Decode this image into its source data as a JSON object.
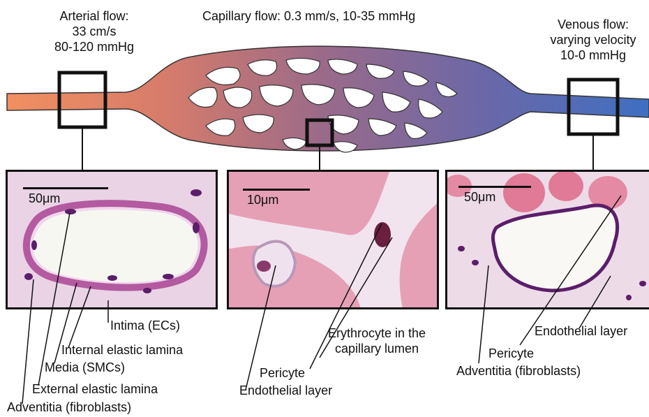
{
  "headers": {
    "arterial": [
      "Arterial flow:",
      "33 cm/s",
      "80-120 mmHg"
    ],
    "capillary": "Capillary flow: 0.3 mm/s, 10-35 mmHg",
    "venous": [
      "Venous flow:",
      "varying velocity",
      "10-0 mmHg"
    ]
  },
  "panels": {
    "artery": {
      "scale": "50μm"
    },
    "capillary": {
      "scale": "10μm"
    },
    "vein": {
      "scale": "50μm"
    }
  },
  "labels": {
    "artery": [
      "Intima (ECs)",
      "Internal elastic lamina",
      "Media (SMCs)",
      "External elastic lamina",
      "Adventitia (fibroblasts)"
    ],
    "capillary": [
      "Erythrocyte in the",
      "capillary lumen",
      "Pericyte",
      "Endothelial layer"
    ],
    "vein": [
      "Endothelial layer",
      "Pericyte",
      "Adventitia (fibroblasts)"
    ]
  },
  "colors": {
    "arterial": "#f08a55",
    "venous": "#4a6fc0",
    "tissue": "#e8a3b8",
    "nucleus": "#6a2a6e"
  }
}
